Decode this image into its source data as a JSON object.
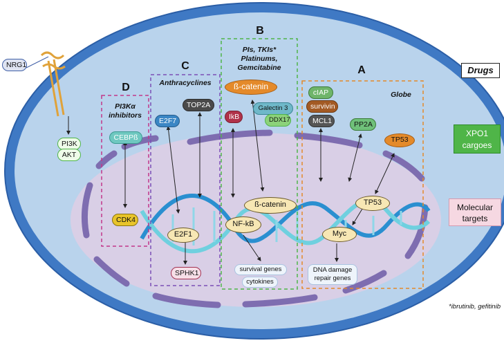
{
  "sections": {
    "A": {
      "letter": "A",
      "drug": "Globe"
    },
    "B": {
      "letter": "B",
      "drug_line1": "PIs, TKIs*",
      "drug_line2": "Platinums,",
      "drug_line3": "Gemcitabine"
    },
    "C": {
      "letter": "C",
      "drug": "Anthracyclines"
    },
    "D": {
      "letter": "D",
      "drug_line1": "PI3Kα",
      "drug_line2": "inhibitors"
    }
  },
  "legend": {
    "drugs": "Drugs",
    "xpo1_line1": "XPO1",
    "xpo1_line2": "cargoes",
    "mol_line1": "Molecular",
    "mol_line2": "targets"
  },
  "membrane": {
    "receptor": "NRG1",
    "pi3k": "PI3K",
    "akt": "AKT"
  },
  "cargoes": {
    "ciap": "cIAP",
    "survivin": "survivin",
    "mcl1": "MCL1",
    "pp2a": "PP2A",
    "tp53": "TP53",
    "bcatenin": "ß-catenin",
    "ikb": "IkB",
    "galectin": "Galectin 3",
    "ddx17": "DDX17",
    "top2a": "TOP2A",
    "e2f7": "E2F7",
    "cebpb": "CEBPß"
  },
  "targets": {
    "cdk4": "CDK4",
    "e2f1": "E2F1",
    "sphk1": "SPHK1",
    "nfkb": "NF-kB",
    "bcatenin": "ß-catenin",
    "tp53": "TP53",
    "myc": "Myc"
  },
  "genes": {
    "survival": "survival genes",
    "cytokines": "cytokines",
    "dna_line1": "DNA damage",
    "dna_line2": "repair genes"
  },
  "footnote": "*ibrutinib, gefitinib",
  "colors": {
    "cell": "#3f79c4",
    "cytoplasm": "#b9d3ec",
    "nucleus": "#d9cfe6",
    "envelope": "#7e6db0",
    "dna_a": "#2a8fd0",
    "dna_b": "#6fd0df",
    "box_a": "#e48a2a",
    "box_b": "#4fb548",
    "box_c": "#7a4fb5",
    "box_d": "#c2378a"
  }
}
